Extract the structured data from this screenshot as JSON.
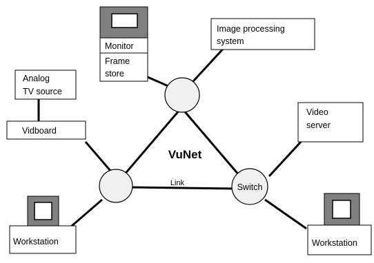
{
  "diagram": {
    "center_label": "VuNet",
    "link_label": "Link",
    "switch_label": "Switch",
    "boxes": {
      "monitor": "Monitor",
      "frame_store_line1": "Frame",
      "frame_store_line2": "store",
      "image_processing_line1": "Image processing",
      "image_processing_line2": "system",
      "analog_line1": "Analog",
      "analog_line2": "TV source",
      "vidboard": "Vidboard",
      "video_server_line1": "Video",
      "video_server_line2": "server",
      "workstation_left": "Workstation",
      "workstation_right": "Workstation"
    }
  }
}
